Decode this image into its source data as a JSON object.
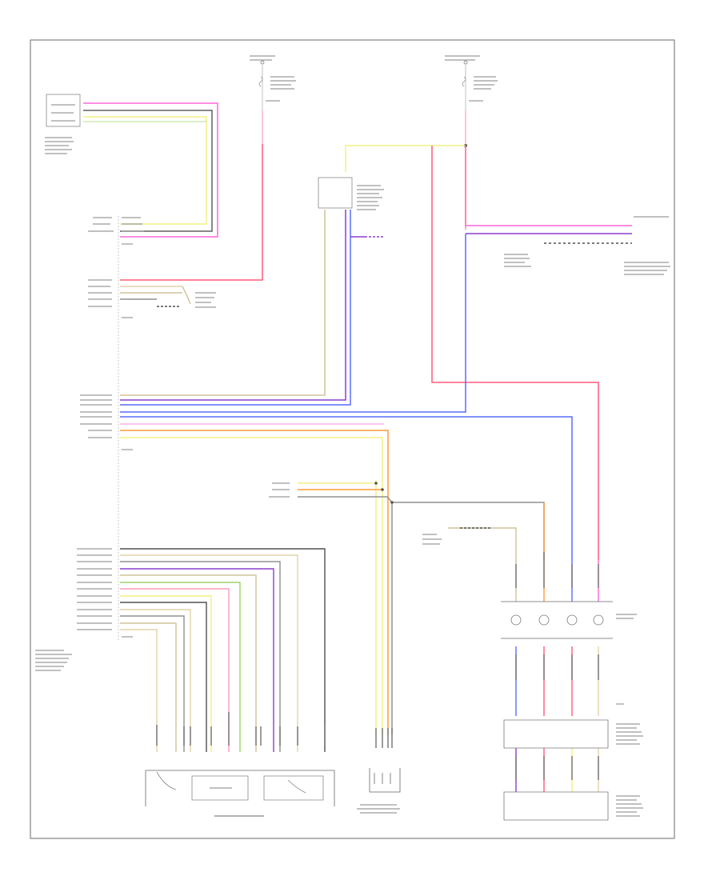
{
  "diagram": {
    "footer_code": ""
  },
  "colors": {
    "frame": "#555555",
    "pink": "#ff66d9",
    "lightpink": "#ff9cb5",
    "red": "#ff5a7a",
    "yellow": "#f4f080",
    "gray": "#909090",
    "dark": "#505050",
    "tan": "#cfc49a",
    "purple": "#8a3fd0",
    "blue": "#5a6dff",
    "orange": "#ff9a3a",
    "green": "#9ed46a",
    "beige": "#e0d3a8"
  },
  "wire_colors": [
    {
      "key": "pink",
      "hex": "#ff66d9"
    },
    {
      "key": "gray",
      "hex": "#909090"
    },
    {
      "key": "yellow",
      "hex": "#f4f080"
    },
    {
      "key": "red",
      "hex": "#ff5a7a"
    },
    {
      "key": "tan",
      "hex": "#cfc49a"
    },
    {
      "key": "purple",
      "hex": "#8a3fd0"
    },
    {
      "key": "blue",
      "hex": "#5a6dff"
    },
    {
      "key": "orange",
      "hex": "#ff9a3a"
    },
    {
      "key": "green",
      "hex": "#9ed46a"
    },
    {
      "key": "dark",
      "hex": "#505050"
    },
    {
      "key": "beige",
      "hex": "#e0d3a8"
    }
  ]
}
